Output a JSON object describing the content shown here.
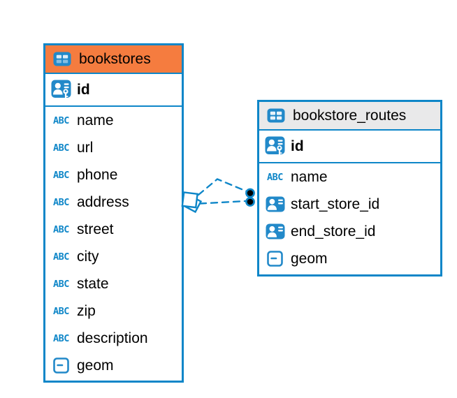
{
  "icons": {
    "text_type_label": "ABC"
  },
  "colors": {
    "accent_blue": "#0E86C8",
    "selected_header_orange": "#F57C3F",
    "header_gray": "#E9E9EA",
    "row_background": "#FFFFFF",
    "text_color": "#000000",
    "target_dot_fill": "#000000"
  },
  "tables": [
    {
      "name": "bookstores",
      "selected": true,
      "primary_key": "id",
      "columns": [
        {
          "name": "name",
          "type": "text"
        },
        {
          "name": "url",
          "type": "text"
        },
        {
          "name": "phone",
          "type": "text"
        },
        {
          "name": "address",
          "type": "text"
        },
        {
          "name": "street",
          "type": "text"
        },
        {
          "name": "city",
          "type": "text"
        },
        {
          "name": "state",
          "type": "text"
        },
        {
          "name": "zip",
          "type": "text"
        },
        {
          "name": "description",
          "type": "text"
        },
        {
          "name": "geom",
          "type": "geometry"
        }
      ]
    },
    {
      "name": "bookstore_routes",
      "selected": false,
      "primary_key": "id",
      "columns": [
        {
          "name": "name",
          "type": "text"
        },
        {
          "name": "start_store_id",
          "type": "reference"
        },
        {
          "name": "end_store_id",
          "type": "reference"
        },
        {
          "name": "geom",
          "type": "geometry"
        }
      ]
    }
  ],
  "relationships": [
    {
      "from": "bookstores",
      "to": "bookstore_routes",
      "line_style": "dashed"
    },
    {
      "from": "bookstores",
      "to": "bookstore_routes",
      "line_style": "dashed"
    }
  ]
}
